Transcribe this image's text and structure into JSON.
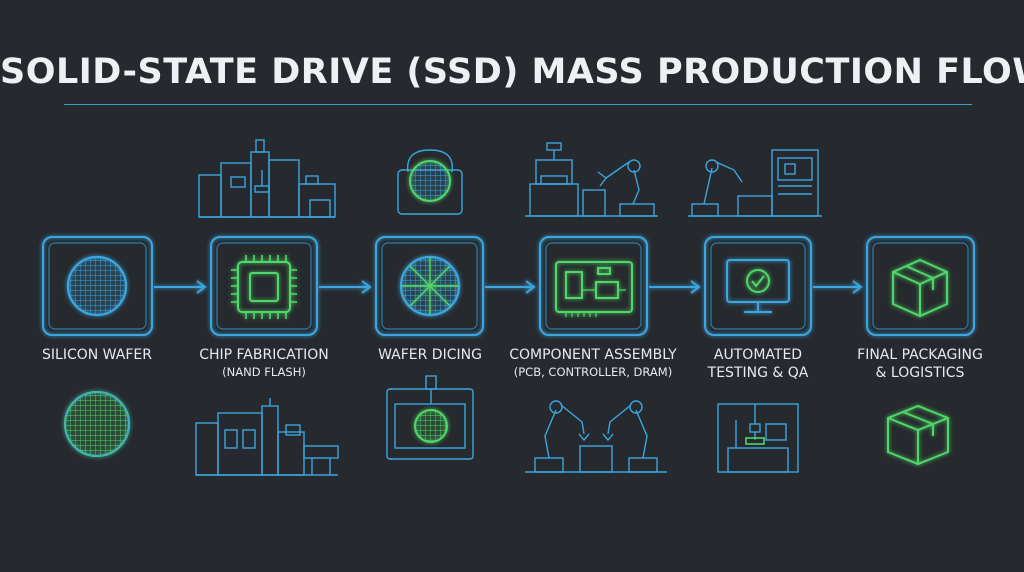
{
  "title": "SOLID-STATE DRIVE (SSD) MASS PRODUCTION FLOW",
  "colors": {
    "background": "#26292d",
    "cyan": "#3aa6e0",
    "green": "#4fd768",
    "title_text": "#eef1f4"
  },
  "steps": [
    {
      "label": "SILICON WAFER",
      "sub": "",
      "icon": "wafer-icon"
    },
    {
      "label": "CHIP FABRICATION",
      "sub": "(NAND FLASH)",
      "icon": "chip-icon"
    },
    {
      "label": "WAFER DICING",
      "sub": "",
      "icon": "diced-wafer-icon"
    },
    {
      "label": "COMPONENT ASSEMBLY",
      "sub": "(PCB, CONTROLLER, DRAM)",
      "icon": "pcb-icon"
    },
    {
      "label": "AUTOMATED",
      "sub": "TESTING & QA",
      "icon": "monitor-check-icon"
    },
    {
      "label": "FINAL PACKAGING",
      "sub": "& LOGISTICS",
      "icon": "package-box-icon"
    }
  ]
}
